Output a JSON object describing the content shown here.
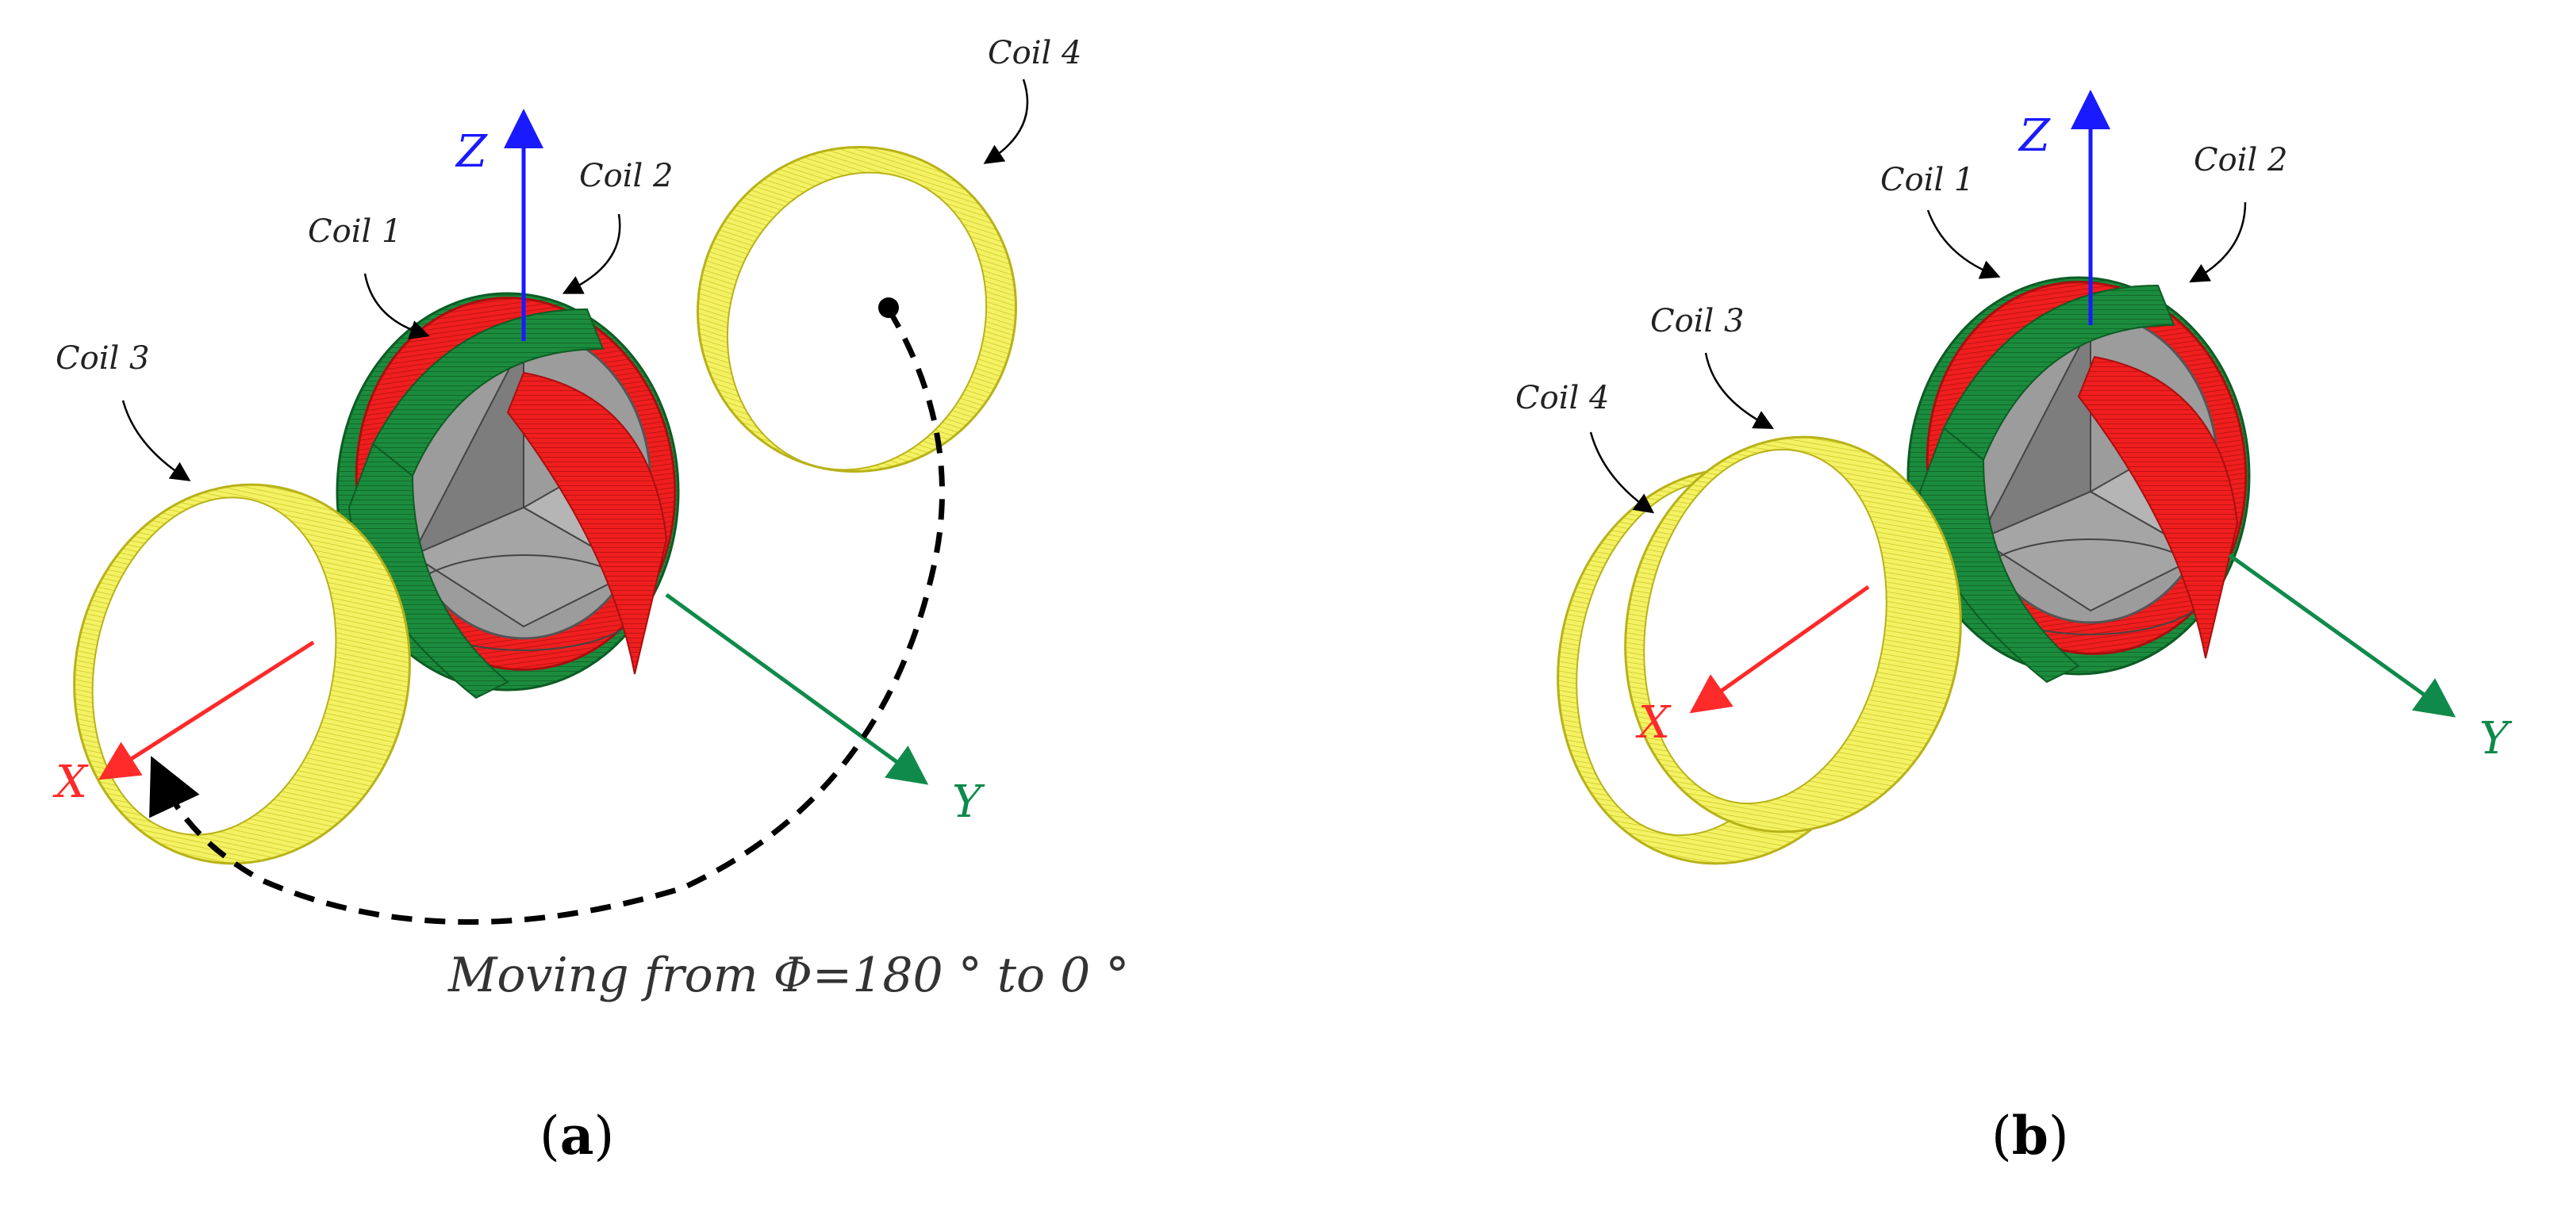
{
  "panel_a": {
    "coil1": "Coil 1",
    "coil2": "Coil 2",
    "coil3": "Coil 3",
    "coil4": "Coil 4",
    "axis_x": "X",
    "axis_y": "Y",
    "axis_z": "Z",
    "motion_text": "Moving from Φ=180 ° to 0 °",
    "caption_open": "(",
    "caption_letter": "a",
    "caption_close": ")"
  },
  "panel_b": {
    "coil1": "Coil 1",
    "coil2": "Coil 2",
    "coil3": "Coil 3",
    "coil4": "Coil 4",
    "axis_x": "X",
    "axis_y": "Y",
    "axis_z": "Z",
    "caption_open": "(",
    "caption_letter": "b",
    "caption_close": ")"
  },
  "colors": {
    "coil_yellow": "#f2f05a",
    "coil_red": "#ee1c1c",
    "coil_green": "#1a8a3a",
    "axis_x": "#ff2a2a",
    "axis_y": "#0f8a4a",
    "axis_z": "#1a1aff",
    "core_gray": "#9a9a9a"
  }
}
